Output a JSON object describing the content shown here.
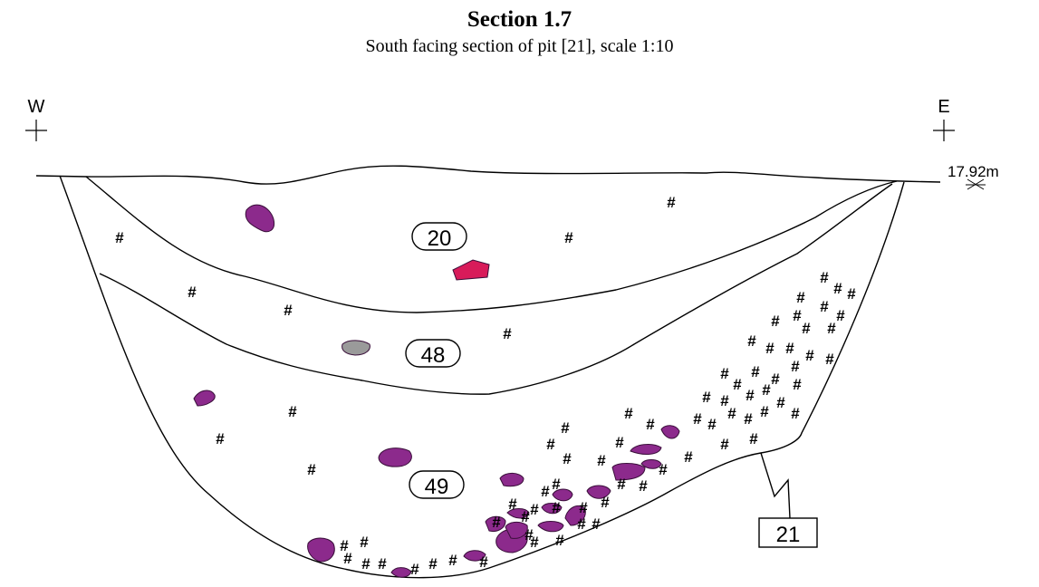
{
  "header": {
    "title": "Section 1.7",
    "subtitle": "South facing section of pit [21], scale 1:10"
  },
  "orientation": {
    "west": "W",
    "east": "E"
  },
  "datum": "17.92m",
  "contexts": {
    "upper_fill": "20",
    "middle_fill": "48",
    "lower_fill": "49",
    "cut": "21"
  },
  "inclusion_symbol": "#",
  "colors": {
    "line": "#000000",
    "stone_fill": "#8c2a8c",
    "stone_stroke": "#3a0f3a",
    "red_stone_fill": "#d81b5a",
    "grey_stone_fill": "#9a9a9a"
  }
}
